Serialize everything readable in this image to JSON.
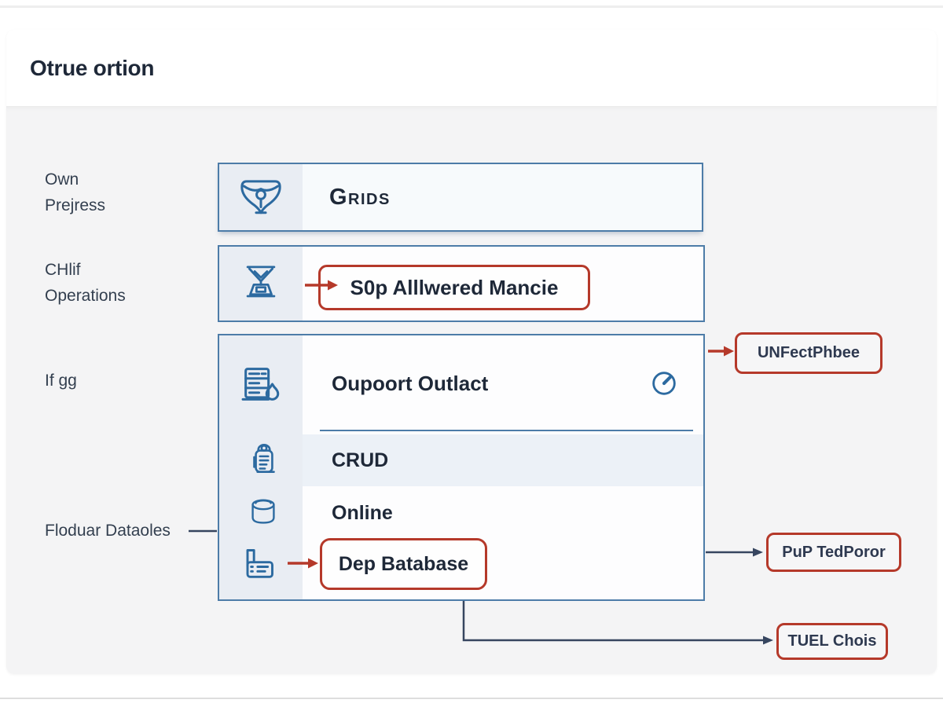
{
  "title": "Otrue ortion",
  "colors": {
    "accent_blue": "#4d7ca8",
    "icon_blue": "#2c6aa0",
    "alert_red": "#b5392a",
    "connector_navy": "#36455f",
    "text_dark": "#1e2838",
    "panel_gray": "#f4f4f5",
    "icon_cell_gray": "#e9edf3"
  },
  "left_labels": {
    "own": {
      "line1": "Own",
      "line2": "Prejress"
    },
    "chlif": {
      "line1": "CHlif",
      "line2": "Operations"
    },
    "ifgg": {
      "line1": "If gg"
    },
    "floduar": {
      "line1": "Floduar Dataoles"
    }
  },
  "boxes": {
    "grids": {
      "label": "Grids",
      "icon": "shield-person-icon"
    },
    "sop": {
      "label": "S0p Alllwered Mancie",
      "icon": "hourglass-icon"
    },
    "main": {
      "header": {
        "label": "Oupoort Outlact",
        "icon": "server-rack-icon",
        "status_icon": "clock-icon"
      },
      "rows": [
        {
          "label": "CRUD",
          "icon": "scroll-icon"
        },
        {
          "label": "Online",
          "icon": "database-icon"
        },
        {
          "label": "Dep Batabase",
          "icon": "fax-icon"
        }
      ]
    }
  },
  "callouts": {
    "unfect": {
      "label": "UNFectPhbee"
    },
    "pup": {
      "label": "PuP TedPoror"
    },
    "tuel": {
      "label": "TUEL Chois"
    }
  }
}
